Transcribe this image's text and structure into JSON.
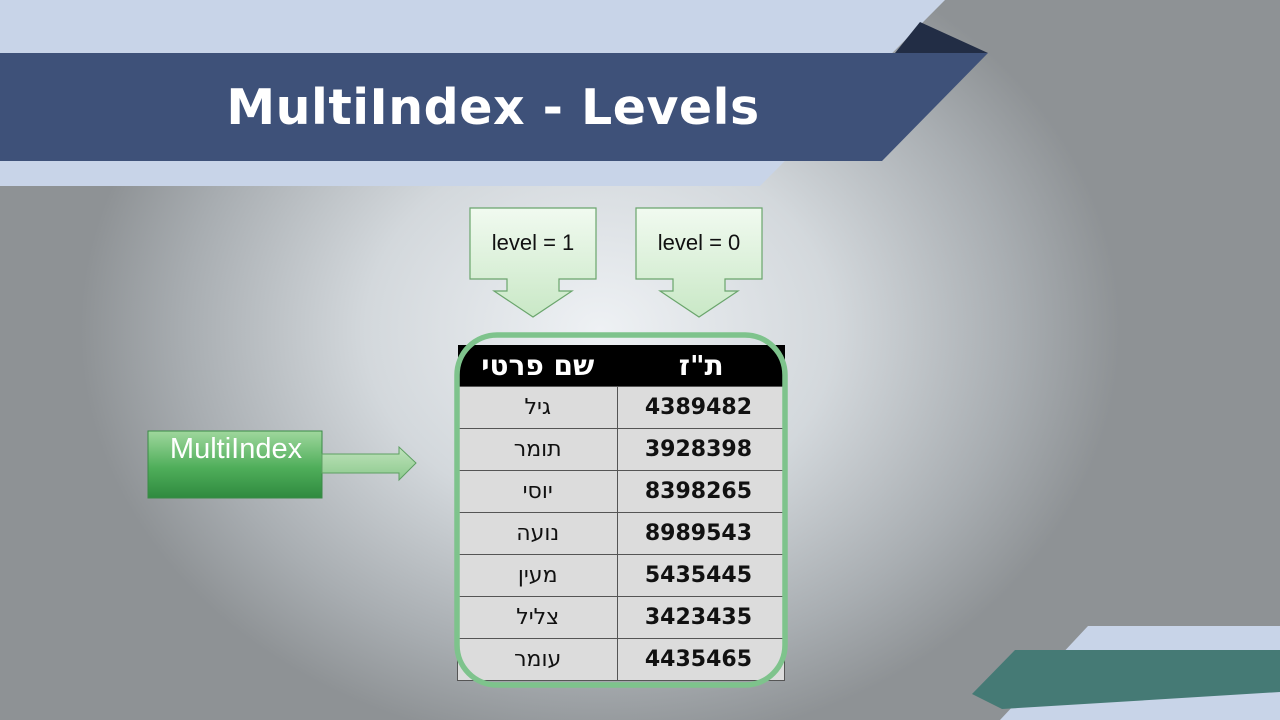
{
  "slide": {
    "title": "MultiIndex - Levels",
    "callouts": {
      "level1": "level = 1",
      "level0": "level = 0"
    },
    "multiindex_label": "MultiIndex",
    "table": {
      "headers": {
        "id": "ת\"ז",
        "name": "שם פרטי"
      },
      "rows": [
        {
          "id": "4389482",
          "name": "גיל"
        },
        {
          "id": "3928398",
          "name": "תומר"
        },
        {
          "id": "8398265",
          "name": "יוסי"
        },
        {
          "id": "8989543",
          "name": "נועה"
        },
        {
          "id": "5435445",
          "name": "מעין"
        },
        {
          "id": "3423435",
          "name": "צליל"
        },
        {
          "id": "4435465",
          "name": "עומר"
        }
      ]
    }
  },
  "colors": {
    "title_band": "#3e5179",
    "light_band": "#c8d4e8",
    "dark_accent": "#222d45",
    "teal_band": "#457a75",
    "highlight_green": "#7ec38c",
    "callout_fill": "#dff0dd",
    "multiindex_fill": "#3f9f4e"
  }
}
